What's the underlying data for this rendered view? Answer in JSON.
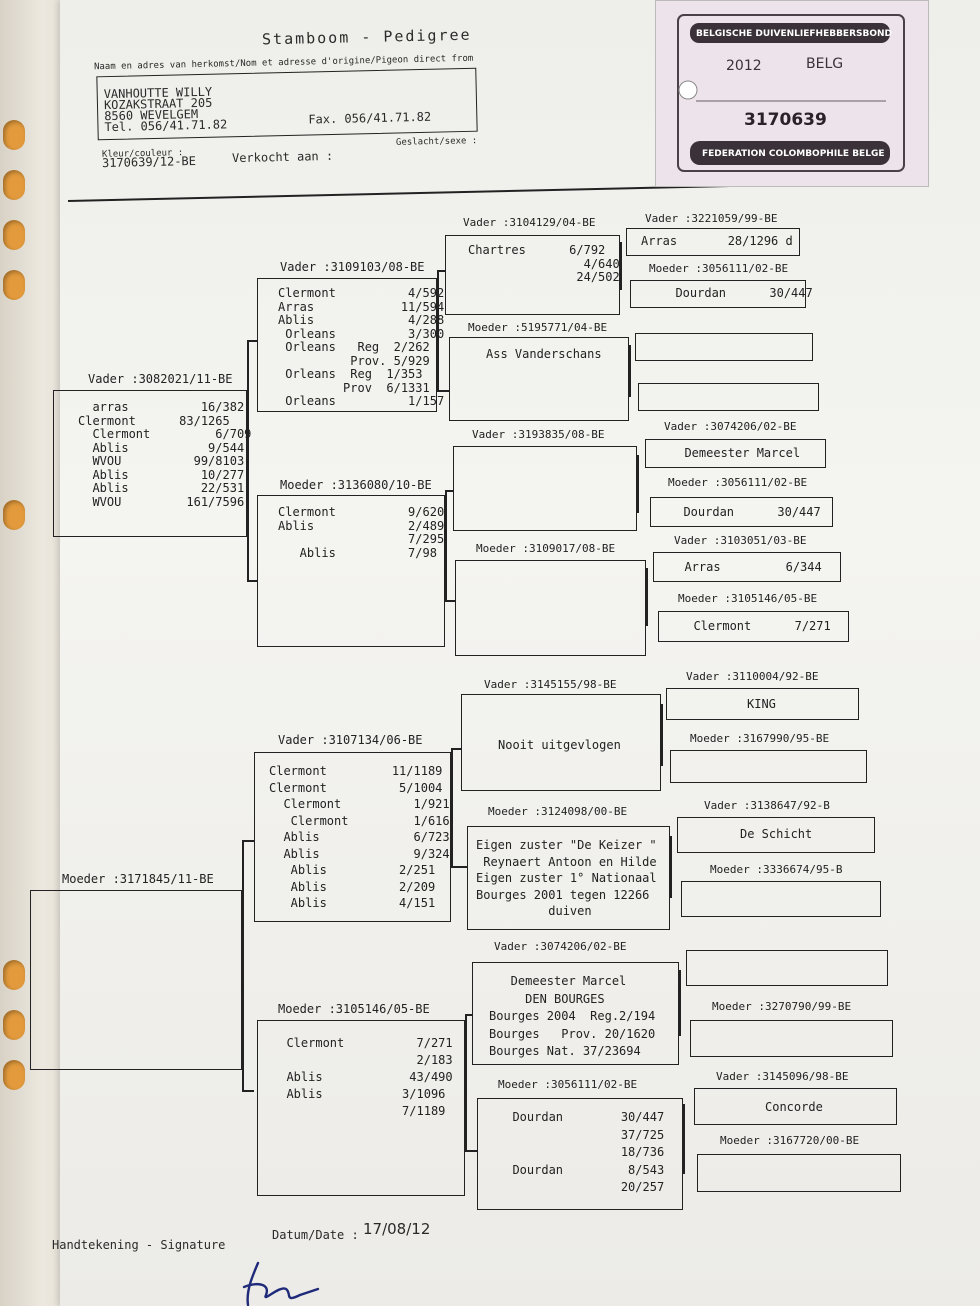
{
  "header": {
    "title": "Stamboom   -   Pedigree",
    "origin_label": "Naam en adres van herkomst/Nom et adresse d'origine/Pigeon direct from",
    "address": [
      "VANHOUTTE WILLY",
      "KOZAKSTRAAT 205",
      "8560 WEVELGEM",
      "Tel. 056/41.71.82"
    ],
    "fax": "Fax. 056/41.71.82",
    "sex_label": "Geslacht/sexe :",
    "color_label": "Kleur/couleur :",
    "ring": "3170639/12-BE",
    "sold_label": "Verkocht aan :"
  },
  "stamp": {
    "top": "BELGISCHE DUIVENLIEFHEBBERSBOND",
    "year": "2012",
    "country": "BELG",
    "number": "3170639",
    "bottom": "FEDERATION COLOMBOPHILE BELGE"
  },
  "footer": {
    "signature_label": "Handtekening - Signature",
    "date_label": "Datum/Date :",
    "date": "17/08/12"
  },
  "g1": {
    "vader": {
      "label": "Vader :3082021/11-BE",
      "text": "  arras          16/382\nClermont      83/1265\n  Clermont         6/709\n  Ablis           9/544\n  WVOU          99/8103\n  Ablis          10/277\n  Ablis          22/531\n  WVOU         161/7596"
    },
    "moeder": {
      "label": "Moeder :3171845/11-BE",
      "text": ""
    }
  },
  "g2": {
    "vv": {
      "label": "Vader :3109103/08-BE",
      "text": "Clermont          4/592\nArras            11/594\nAblis             4/288\n Orleans          3/300\n Orleans   Reg  2/262\n          Prov. 5/929\n Orleans  Reg  1/353\n         Prov  6/1331\n Orleans          1/157"
    },
    "vm": {
      "label": "Moeder :3136080/10-BE",
      "text": "Clermont          9/620\nAblis             2/489\n                  7/295\n   Ablis          7/98"
    },
    "mv": {
      "label": "Vader :3107134/06-BE",
      "text": "Clermont         11/1189\nClermont          5/1004\n  Clermont          1/921\n   Clermont         1/616\n  Ablis             6/723\n  Ablis             9/324\n   Ablis          2/251\n   Ablis          2/209\n   Ablis          4/151"
    },
    "mm": {
      "label": "Moeder :3105146/05-BE",
      "text": "  Clermont          7/271\n                    2/183\n  Ablis            43/490\n  Ablis           3/1096\n                  7/1189"
    }
  },
  "g3": {
    "vvv": {
      "label": "Vader :3104129/04-BE",
      "text": "Chartres      6/792\n                4/640\n               24/502"
    },
    "vvm": {
      "label": "Moeder :5195771/04-BE",
      "text": "Ass Vanderschans"
    },
    "vmv": {
      "label": "Vader :3193835/08-BE",
      "text": ""
    },
    "vmm": {
      "label": "Moeder :3109017/08-BE",
      "text": ""
    },
    "mvv": {
      "label": "Vader :3145155/98-BE",
      "text": "Nooit uitgevlogen"
    },
    "mvm": {
      "label": "Moeder :3124098/00-BE",
      "text": "Eigen zuster \"De Keizer \"\n Reynaert Antoon en Hilde\nEigen zuster 1° Nationaal\nBourges 2001 tegen 12266\n          duiven"
    },
    "mmv": {
      "label": "Vader :3074206/02-BE",
      "text": "   Demeester Marcel\n     DEN BOURGES\nBourges 2004  Reg.2/194\nBourges   Prov. 20/1620\nBourges Nat. 37/23694"
    },
    "mmm": {
      "label": "Moeder :3056111/02-BE",
      "text": "  Dourdan        30/447\n                 37/725\n                 18/736\n  Dourdan         8/543\n                 20/257"
    }
  },
  "g4": [
    {
      "label": "Vader :3221059/99-BE",
      "text": "Arras       28/1296 d"
    },
    {
      "label": "Moeder :3056111/02-BE",
      "text": "  Dourdan      30/447"
    },
    {
      "label": "",
      "text": ""
    },
    {
      "label": "",
      "text": ""
    },
    {
      "label": "Vader :3074206/02-BE",
      "text": "  Demeester Marcel"
    },
    {
      "label": "Moeder :3056111/02-BE",
      "text": "  Dourdan      30/447"
    },
    {
      "label": "Vader :3103051/03-BE",
      "text": "  Arras         6/344"
    },
    {
      "label": "Moeder :3105146/05-BE",
      "text": "  Clermont      7/271"
    },
    {
      "label": "Vader :3110004/92-BE",
      "text": "KING"
    },
    {
      "label": "Moeder :3167990/95-BE",
      "text": ""
    },
    {
      "label": "Vader :3138647/92-B",
      "text": "De Schicht"
    },
    {
      "label": "Moeder :3336674/95-B",
      "text": ""
    },
    {
      "label": "",
      "text": ""
    },
    {
      "label": "Moeder :3270790/99-BE",
      "text": ""
    },
    {
      "label": "Vader :3145096/98-BE",
      "text": "Concorde"
    },
    {
      "label": "Moeder :3167720/00-BE",
      "text": ""
    }
  ]
}
